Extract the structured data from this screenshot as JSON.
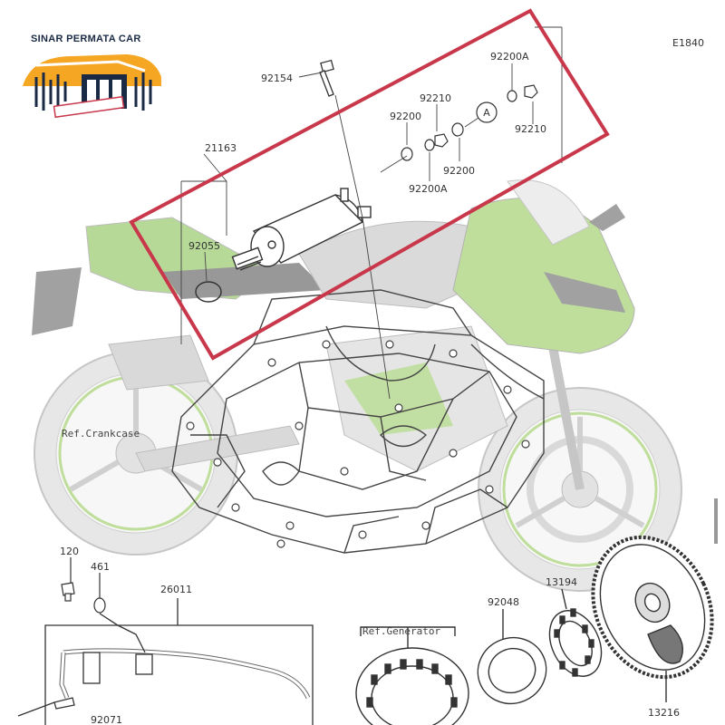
{
  "brand": {
    "name": "SINAR PERMATA CAR",
    "logo_color": "#f5a623",
    "logo_dark": "#1a2a44"
  },
  "diagram_code": "E1840",
  "highlight_color": "#c8374a",
  "bike_accent": "#8bc34a",
  "parts": {
    "p92154": "92154",
    "p21163": "21163",
    "p92055": "92055",
    "p92200_top": "92200",
    "p92210_top": "92210",
    "p92200A_top": "92200A",
    "p92210_right": "92210",
    "p92200_bottom": "92200",
    "p92200A_bottom": "92200A",
    "callout_a": "A",
    "p120": "120",
    "p461": "461",
    "p26011": "26011",
    "p92071": "92071",
    "p92048": "92048",
    "p13194": "13194",
    "p13216": "13216"
  },
  "refs": {
    "crankcase": "Ref.Crankcase",
    "generator": "Ref.Generator"
  }
}
